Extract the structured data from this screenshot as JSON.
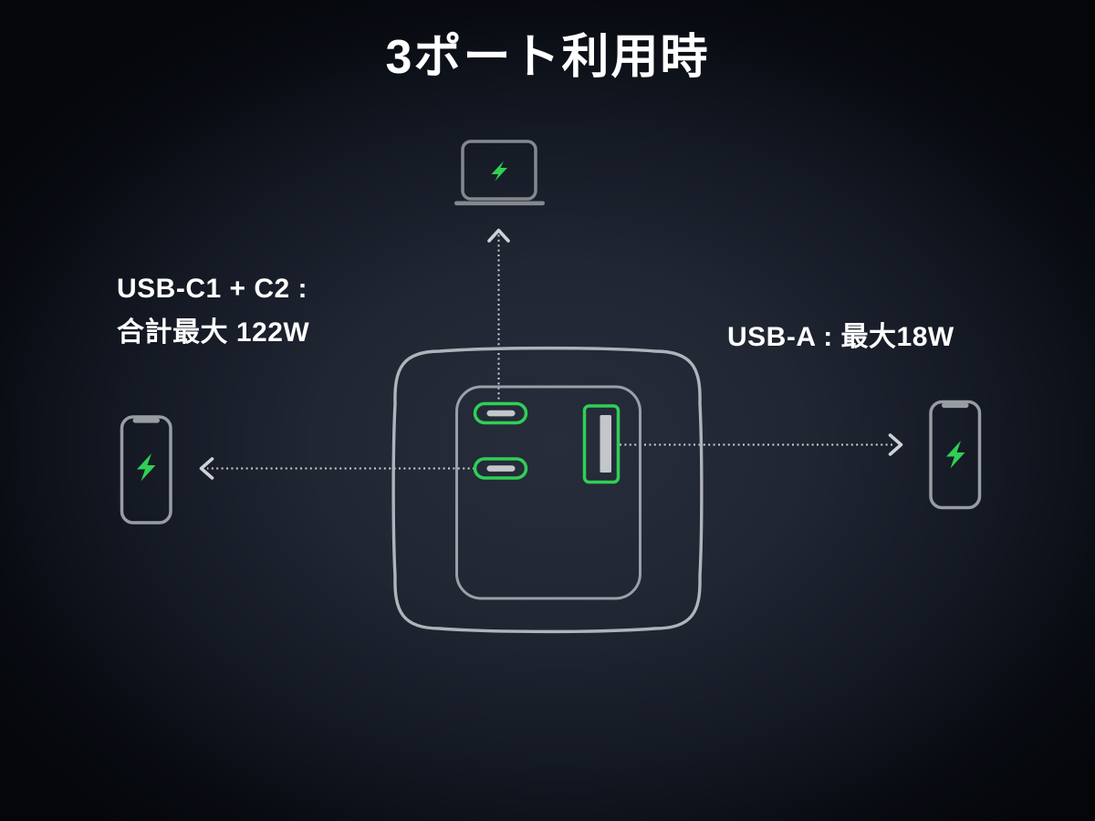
{
  "title": "3ポート利用時",
  "annotations": {
    "usb_c": {
      "line1": "USB-C1 + C2 :",
      "line2": "合計最大 122W"
    },
    "usb_a": "USB-A : 最大18W"
  },
  "charger": {
    "ports": [
      {
        "id": "C1",
        "type": "USB-C"
      },
      {
        "id": "C2",
        "type": "USB-C"
      },
      {
        "id": "A",
        "type": "USB-A"
      }
    ]
  },
  "icons": {
    "top": "laptop-charging-icon",
    "left": "phone-charging-icon",
    "right": "phone-charging-icon",
    "bolt": "lightning-bolt-icon"
  },
  "colors": {
    "green": "#30cf55",
    "outline_gray": "#989ca3",
    "charger_outline": "#b0b3ba",
    "plate_outline": "#9aa0a7",
    "arrow_gray": "#ced1d6",
    "port_inner_gray": "#c3c6ca",
    "background_center": "#272d3b",
    "background_edge": "#04060a",
    "text": "#ffffff"
  }
}
